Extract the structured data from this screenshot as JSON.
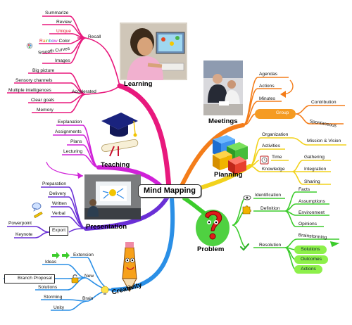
{
  "center": {
    "title": "Mind Mapping"
  },
  "learning": {
    "title": "Learning",
    "recall": {
      "label": "Recall",
      "items": [
        "Summarize",
        "Review",
        "Unique",
        "Rainbow Color",
        "Smooth Curves",
        "Images"
      ],
      "rainbow_letters": [
        "R",
        "a",
        "i",
        "n",
        "b",
        "o",
        "w"
      ]
    },
    "accelerated": {
      "label": "Accelerated",
      "items": [
        "Big picture",
        "Sensory channels",
        "Multiple intelligences",
        "Clear goals",
        "Memory"
      ]
    }
  },
  "teaching": {
    "title": "Teaching",
    "items": [
      "Explanation",
      "Assignments",
      "Plans",
      "Lecturing"
    ]
  },
  "presentation": {
    "title": "Presentation",
    "items": [
      "Preparation",
      "Delivery",
      "Written",
      "Verbal"
    ],
    "export": {
      "label": "Export",
      "items": [
        "Powerpoint",
        "Keynote"
      ]
    }
  },
  "creativity": {
    "title": "Creativity",
    "extension": "Extension",
    "new": {
      "label": "New",
      "items": [
        "Ideas",
        "Branch Proposal",
        "Solutions"
      ]
    },
    "brain": {
      "label": "Brain",
      "items": [
        "Storming",
        "Unity"
      ]
    }
  },
  "meetings": {
    "title": "Meetings",
    "items": [
      "Agendas",
      "Actions",
      "Minutes"
    ],
    "group": {
      "label": "Group",
      "items": [
        "Contribution",
        "Spontaneous"
      ]
    }
  },
  "planning": {
    "title": "Planning",
    "items": [
      "Organization",
      "Activities",
      "Time",
      "Knowledge"
    ],
    "mission": "Mission & Vision",
    "knowledge_items": [
      "Gathering",
      "Integration",
      "Sharing"
    ]
  },
  "problem": {
    "title": "Problem",
    "identification": "Identification",
    "definition": {
      "label": "Definition",
      "items": [
        "Facts",
        "Assumptions",
        "Environment",
        "Opinions"
      ]
    },
    "resolution": {
      "label": "Resolution",
      "items": [
        "Brainstorming",
        "Solutions",
        "Outcomes",
        "Actions"
      ]
    }
  },
  "colors": {
    "learning": "#e8197d",
    "teaching": "#d020d8",
    "presentation": "#6a2fd6",
    "creativity": "#2a8fe6",
    "meetings": "#f47d1a",
    "planning": "#f2d21c",
    "problem": "#3ccc2c",
    "unique": "#e0142a"
  }
}
